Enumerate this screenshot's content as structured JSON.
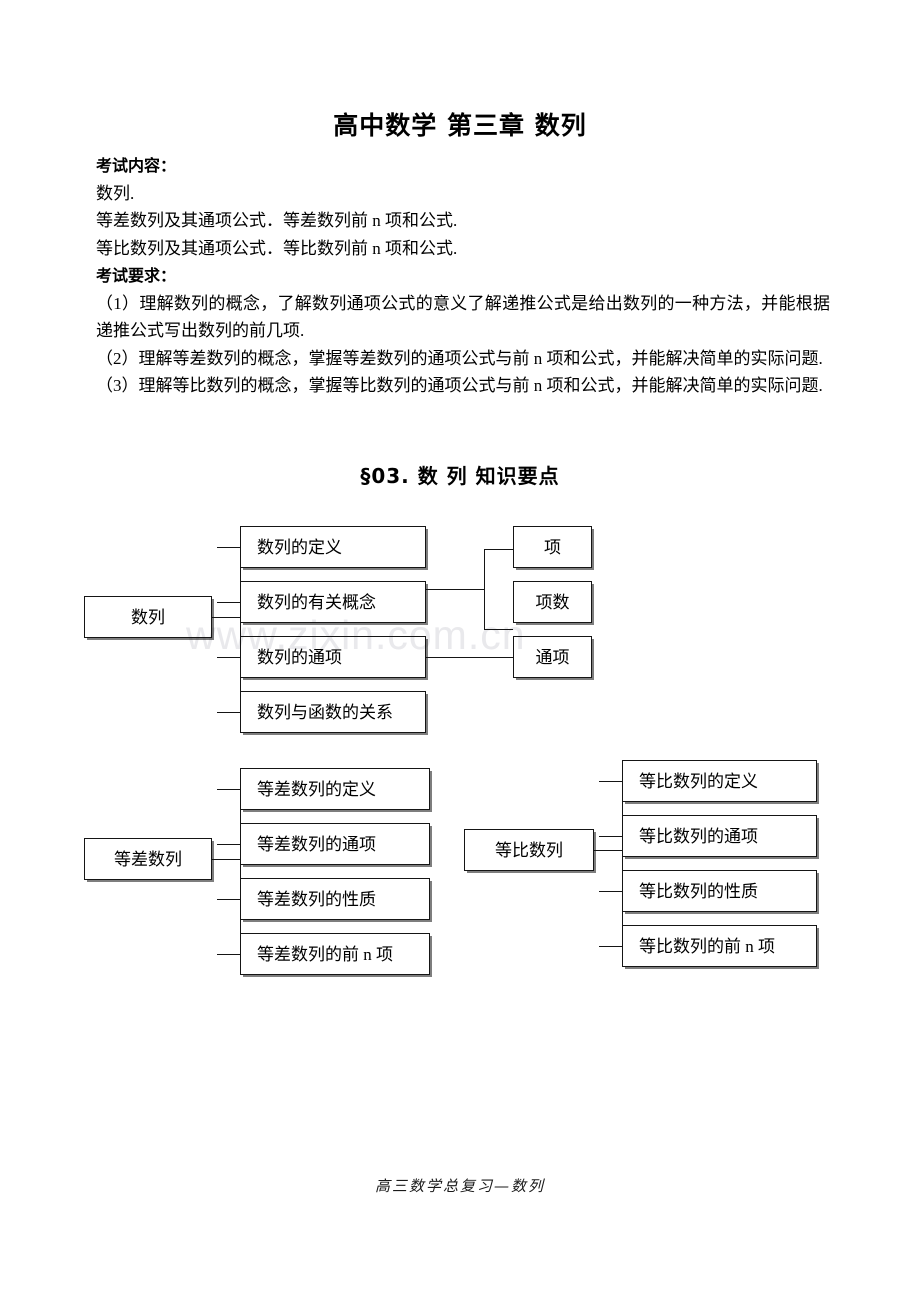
{
  "document": {
    "title": "高中数学 第三章   数列",
    "section_heading": "§03. 数 列   知识要点",
    "footer": "高三数学总复习—数列",
    "watermark": "www.zixin.com.cn"
  },
  "exam_content": {
    "label": "考试内容：",
    "lines": [
      "数列.",
      "等差数列及其通项公式．等差数列前 n 项和公式.",
      "等比数列及其通项公式．等比数列前 n 项和公式."
    ]
  },
  "exam_requirements": {
    "label": "考试要求：",
    "items": [
      "（1）理解数列的概念，了解数列通项公式的意义了解递推公式是给出数列的一种方法，并能根据递推公式写出数列的前几项.",
      "（2）理解等差数列的概念，掌握等差数列的通项公式与前 n 项和公式，并能解决简单的实际问题.",
      "（3）理解等比数列的概念，掌握等比数列的通项公式与前 n 项和公式，并能解决简单的实际问题."
    ]
  },
  "diagrams": [
    {
      "id": "shulie",
      "root": "数列",
      "branches": [
        "数列的定义",
        "数列的有关概念",
        "数列的通项",
        "数列与函数的关系"
      ],
      "leaves": [
        "项",
        "项数",
        "通项"
      ]
    },
    {
      "id": "dengcha",
      "root": "等差数列",
      "branches": [
        "等差数列的定义",
        "等差数列的通项",
        "等差数列的性质",
        "等差数列的前 n 项"
      ]
    },
    {
      "id": "dengbi",
      "root": "等比数列",
      "branches": [
        "等比数列的定义",
        "等比数列的通项",
        "等比数列的性质",
        "等比数列的前 n 项"
      ]
    }
  ]
}
